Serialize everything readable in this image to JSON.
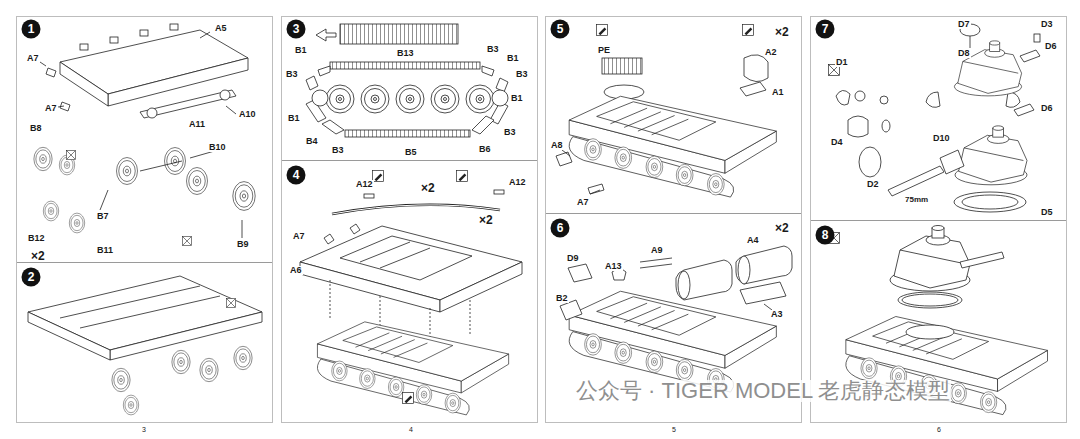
{
  "diagram": {
    "nodes": [
      {
        "text": [
          "1"
        ]
      },
      {
        "text": [
          "2"
        ]
      },
      {
        "text": [
          "3"
        ]
      },
      {
        "text": [
          "4"
        ]
      },
      {
        "text": [
          "5"
        ]
      },
      {
        "text": [
          "6"
        ]
      },
      {
        "text": [
          "7"
        ]
      },
      {
        "text": [
          "8"
        ]
      }
    ],
    "labels": [
      "A5",
      "A7",
      "A7",
      "A11",
      "A10",
      "B8",
      "B10",
      "B7",
      "B9",
      "B12",
      "B11",
      "×2",
      "3",
      "B13",
      "B1",
      "B3",
      "B3",
      "B1",
      "B3",
      "B1",
      "B1",
      "B4",
      "B3",
      "B5",
      "B6",
      "B3",
      "A12",
      "×2",
      "A12",
      "×2",
      "A7",
      "A6",
      "4",
      "PE",
      "A2",
      "×2",
      "A1",
      "A8",
      "A7",
      "D9",
      "A13",
      "A9",
      "A4",
      "×2",
      "B2",
      "A3",
      "5",
      "D1",
      "D7",
      "D3",
      "D6",
      "D8",
      "D6",
      "D4",
      "D2",
      "D10",
      "D5",
      "75mm",
      "6",
      "公众号 · TIGER MODEL 老虎静态模型"
    ]
  }
}
